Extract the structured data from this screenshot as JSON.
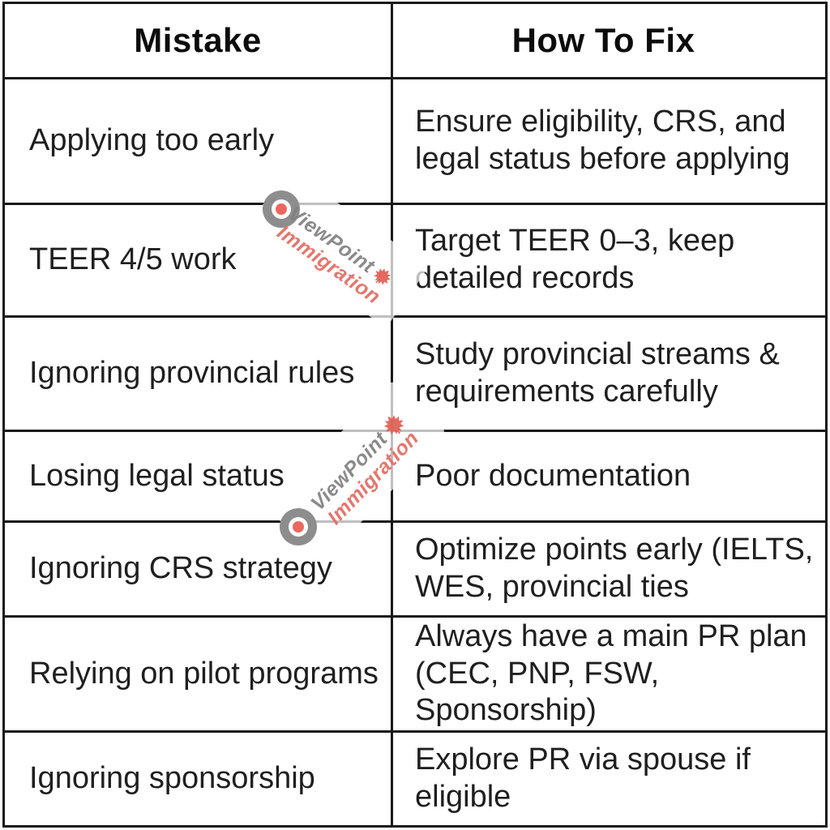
{
  "table": {
    "headers": [
      "Mistake",
      "How To Fix"
    ],
    "rows": [
      {
        "mistake": "Applying too early",
        "fix": "Ensure eligibility, CRS, and\nlegal status before applying"
      },
      {
        "mistake": "TEER 4/5 work",
        "fix": "Target TEER 0–3, keep\ndetailed records"
      },
      {
        "mistake": "Ignoring provincial rules",
        "fix": "Study provincial streams &\nrequirements carefully"
      },
      {
        "mistake": "Losing legal status",
        "fix": "Poor documentation"
      },
      {
        "mistake": "Ignoring CRS strategy",
        "fix": "Optimize points early (IELTS,\nWES, provincial ties"
      },
      {
        "mistake": "Relying on pilot programs",
        "fix": "Always have a main PR plan\n(CEC, PNP, FSW,\nSponsorship)"
      },
      {
        "mistake": "Ignoring sponsorship",
        "fix": "Explore PR via spouse if\neligible"
      }
    ]
  },
  "watermark": {
    "brand_line1": "ViewPoint",
    "brand_line2": "Immigration",
    "icons": [
      "bullseye-target-icon",
      "maple-leaf-icon"
    ],
    "colors": {
      "brand_gray": "#808080",
      "brand_salmon": "#e27065",
      "leaf_red": "#e05a4e",
      "target_ring": "#707070",
      "target_dot": "#e84d42"
    }
  },
  "colors": {
    "background": "#ffffff",
    "border": "#191919",
    "text": "#1f1f1f"
  }
}
